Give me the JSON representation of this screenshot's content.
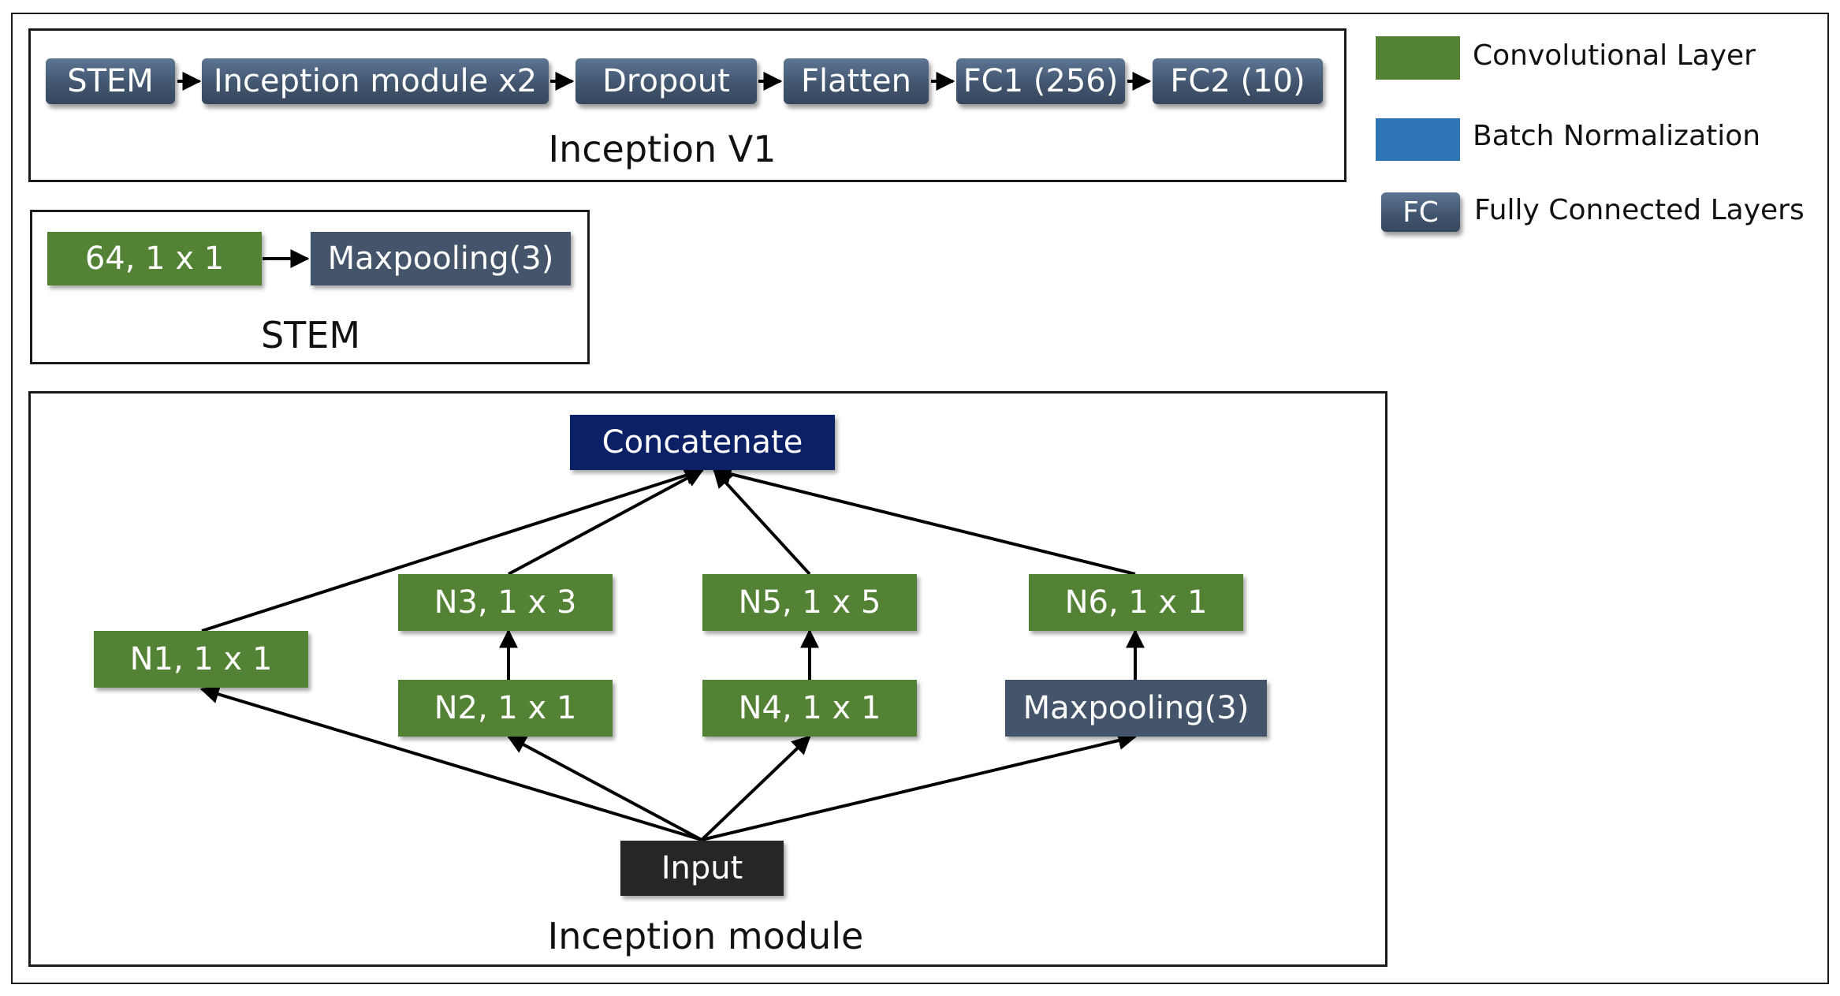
{
  "inception_v1": {
    "title": "Inception V1",
    "pipeline": [
      "STEM",
      "Inception module x2",
      "Dropout",
      "Flatten",
      "FC1 (256)",
      "FC2 (10)"
    ]
  },
  "stem": {
    "title": "STEM",
    "conv": "64, 1 x 1",
    "pool": "Maxpooling(3)"
  },
  "inception_module": {
    "title": "Inception module",
    "concatenate": "Concatenate",
    "input": "Input",
    "n1": "N1, 1 x 1",
    "n2": "N2, 1 x 1",
    "n3": "N3, 1 x 3",
    "n4": "N4, 1 x 1",
    "n5": "N5, 1 x 5",
    "n6": "N6, 1 x 1",
    "pool": "Maxpooling(3)"
  },
  "legend": {
    "items": [
      {
        "label": "Convolutional Layer",
        "color": "#548235"
      },
      {
        "label": "Batch Normalization",
        "color": "#2e75b6"
      },
      {
        "label": "Fully Connected Layers",
        "color": "#44546a",
        "swatch_text": "FC"
      }
    ]
  },
  "colors": {
    "conv": "#548235",
    "batchnorm": "#2e75b6",
    "fc": "#44546a",
    "concat": "#0b2065",
    "input": "#262626"
  }
}
